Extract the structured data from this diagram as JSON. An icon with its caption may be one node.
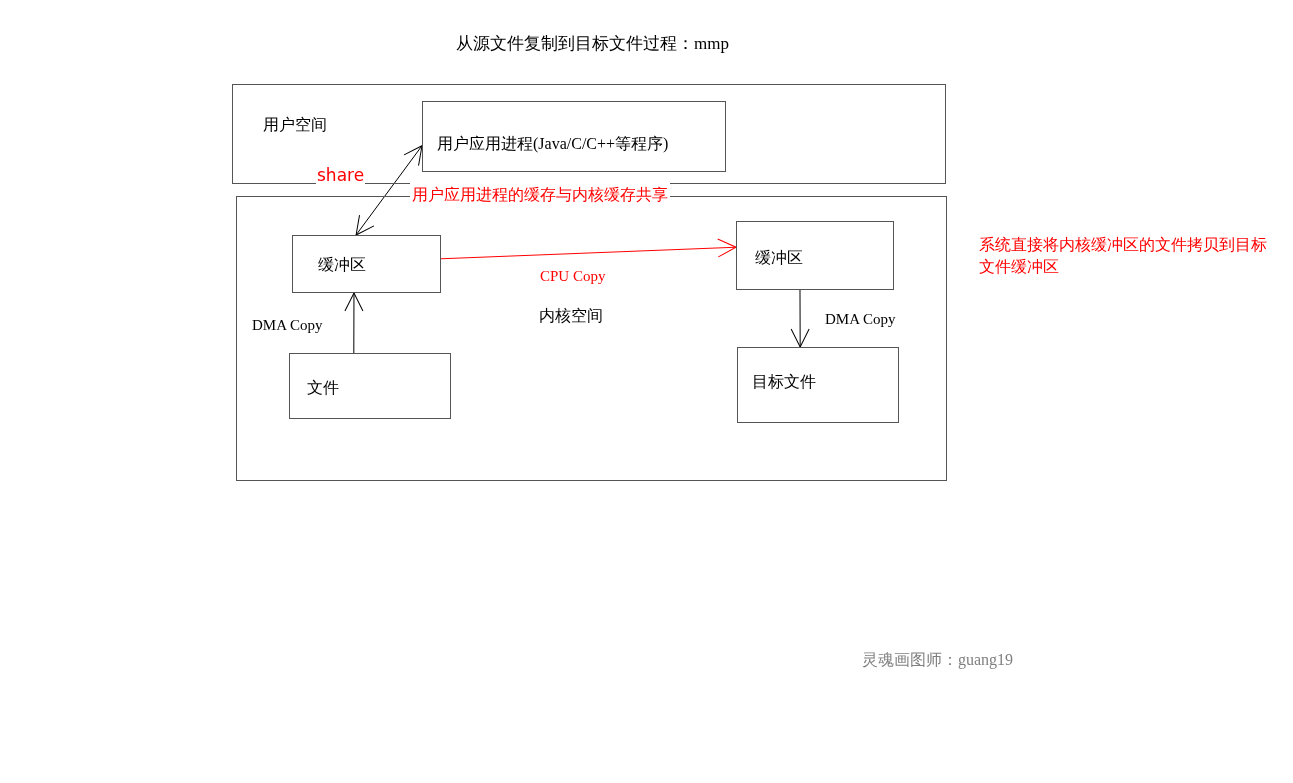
{
  "diagram": {
    "title": "从源文件复制到目标文件过程：mmp",
    "nodes": [
      {
        "text": [
          "用户空间"
        ]
      },
      {
        "text": [
          "用户应用进程(Java/C/C++等程序)"
        ],
        "in": 0
      },
      {
        "text": [
          "内核空间"
        ]
      },
      {
        "text": [
          "缓冲区"
        ],
        "in": 2
      },
      {
        "text": [
          "文件"
        ],
        "in": 2
      },
      {
        "text": [
          "缓冲区"
        ],
        "in": 2
      },
      {
        "text": [
          "目标文件"
        ],
        "in": 2
      }
    ],
    "edges": [
      {
        "from": 1,
        "to": 3,
        "arrow": "both"
      },
      {
        "from": 4,
        "to": 3,
        "arrow": "to",
        "label": "DMA Copy"
      },
      {
        "from": 3,
        "to": 5,
        "arrow": "to",
        "label": "CPU Copy",
        "color": "#ff0000"
      },
      {
        "from": 5,
        "to": 6,
        "arrow": "to",
        "label": "DMA Copy"
      }
    ],
    "labels": [
      "share",
      "用户应用进程的缓存与内核缓存共享",
      "系统直接将内核缓冲区的文件拷贝到目标文件缓冲区",
      "灵魂画图师：guang19"
    ]
  }
}
